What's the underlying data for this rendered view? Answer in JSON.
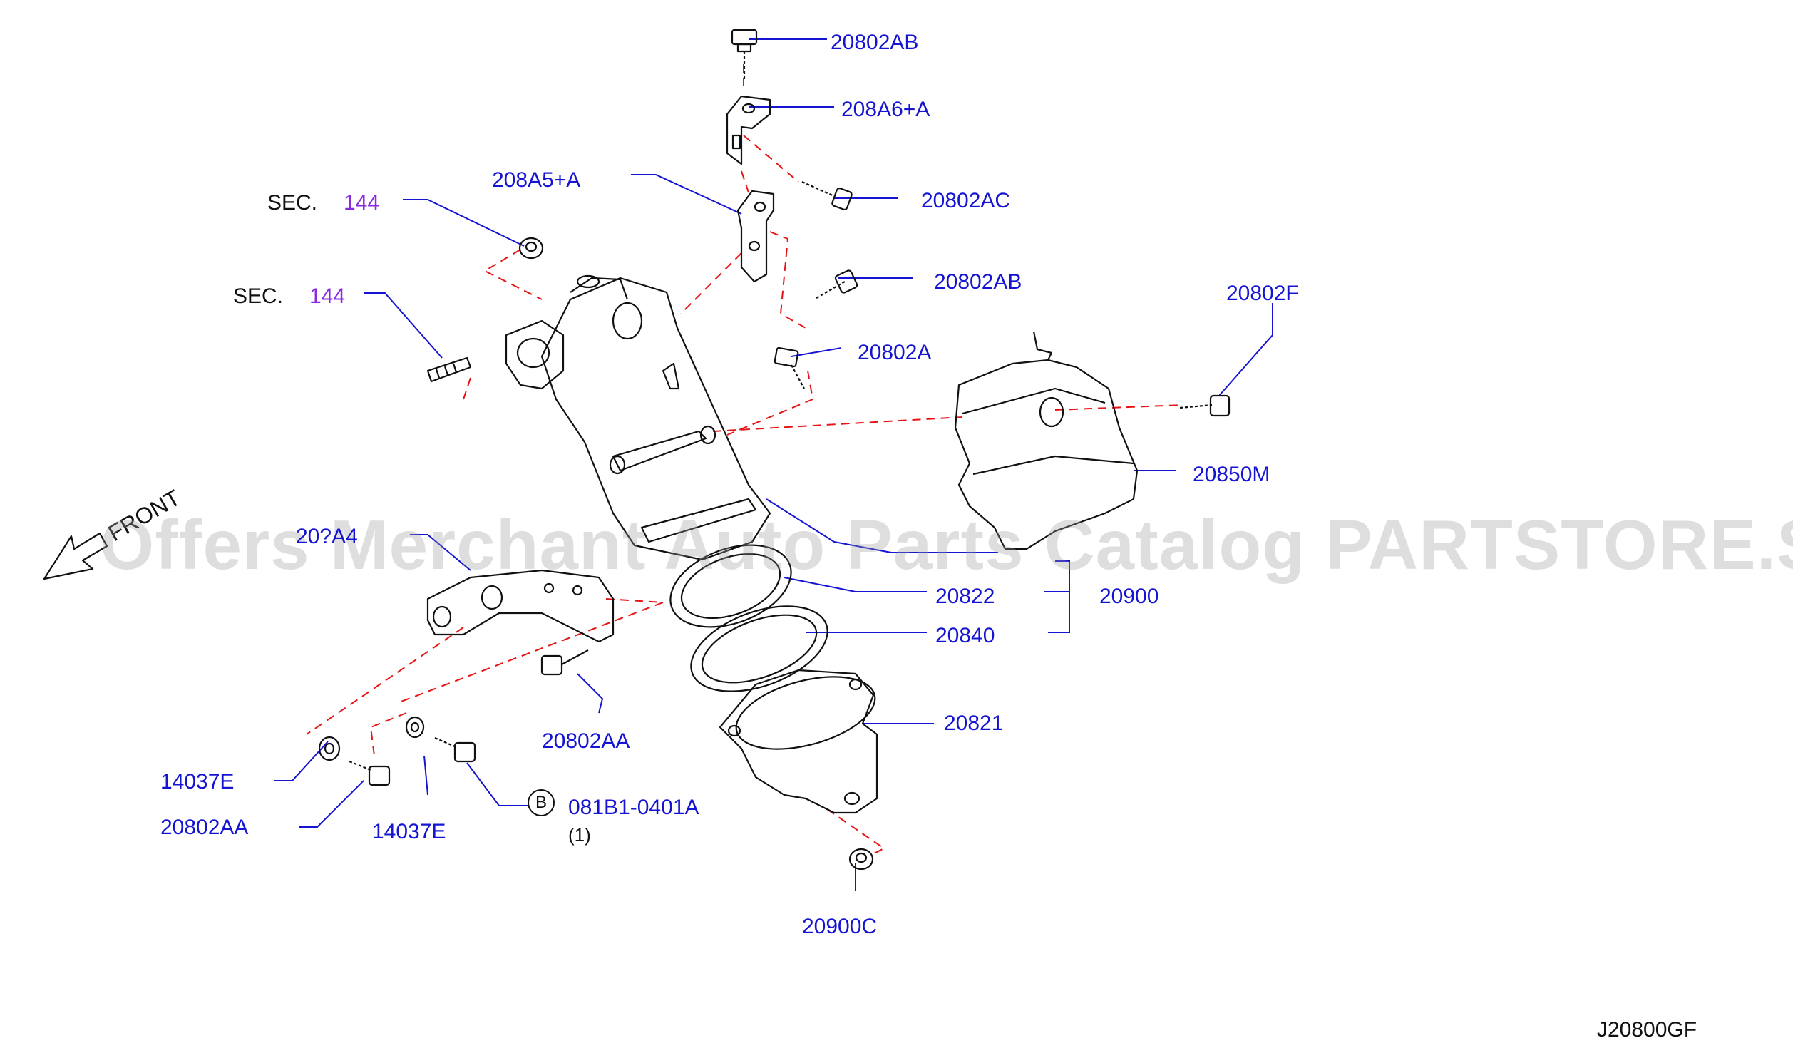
{
  "diagram": {
    "front_label": "FRONT",
    "diagram_code": "J20800GF",
    "watermark": "Offers Merchant Auto Parts Catalog PARTSTORE.SA",
    "sec_prefix": "SEC.",
    "sec_refs": [
      "144",
      "144"
    ],
    "parts": {
      "p20802AB_top": "20802AB",
      "p208A6A": "208A6+A",
      "p208A5A": "208A5+A",
      "p20802AC": "20802AC",
      "p20802AB_mid": "20802AB",
      "p20802F": "20802F",
      "p20802A": "20802A",
      "p20850M": "20850M",
      "p208A4": "20?A4",
      "p20822": "20822",
      "p20900": "20900",
      "p20840": "20840",
      "p20821": "20821",
      "p20802AA_mid": "20802AA",
      "p14037E_left": "14037E",
      "p20802AA_left": "20802AA",
      "p14037E_mid": "14037E",
      "p081B1": "081B1-0401A",
      "p081B1_qty": "(1)",
      "p081B1_mark": "B",
      "p20900C": "20900C"
    }
  }
}
